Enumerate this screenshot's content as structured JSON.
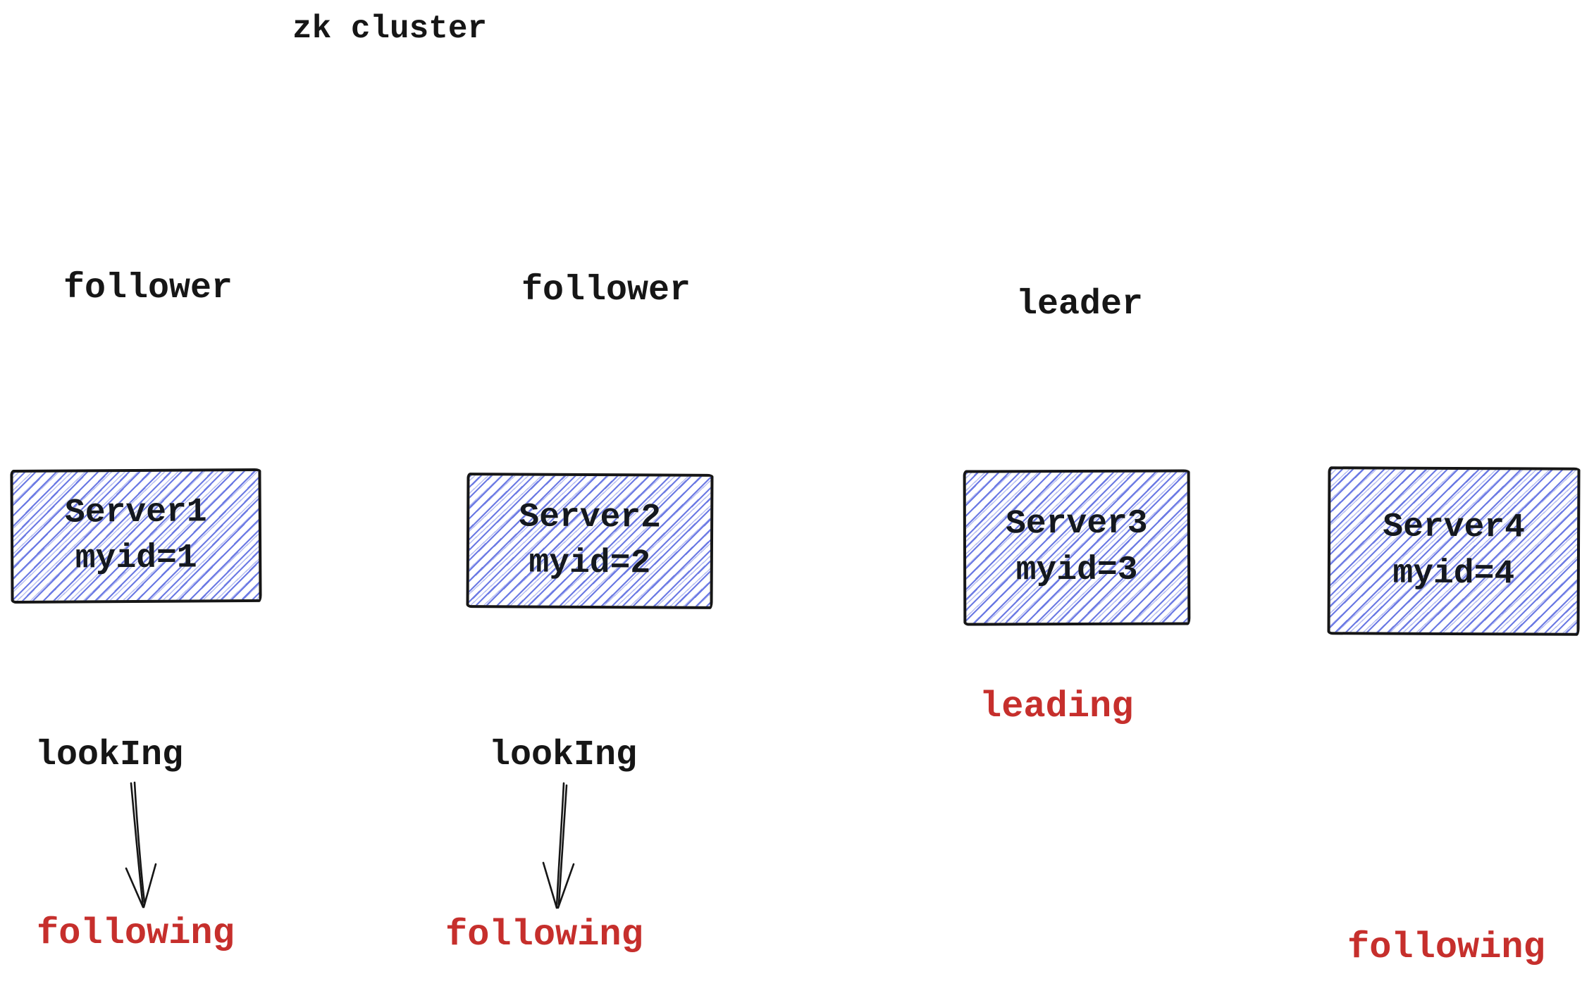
{
  "diagram": {
    "title": "zk cluster",
    "roles": [
      "follower",
      "follower",
      "leader"
    ],
    "servers": [
      {
        "name": "Server1",
        "myid": "myid=1"
      },
      {
        "name": "Server2",
        "myid": "myid=2"
      },
      {
        "name": "Server3",
        "myid": "myid=3"
      },
      {
        "name": "Server4",
        "myid": "myid=4"
      }
    ],
    "states": {
      "looking_1": "lookIng",
      "looking_2": "lookIng",
      "leading": "leading",
      "following_1": "following",
      "following_2": "following",
      "following_3": "following"
    },
    "colors": {
      "ink": "#161616",
      "hatch_blue": "#6473e2",
      "status_red": "#c62f2c"
    }
  }
}
